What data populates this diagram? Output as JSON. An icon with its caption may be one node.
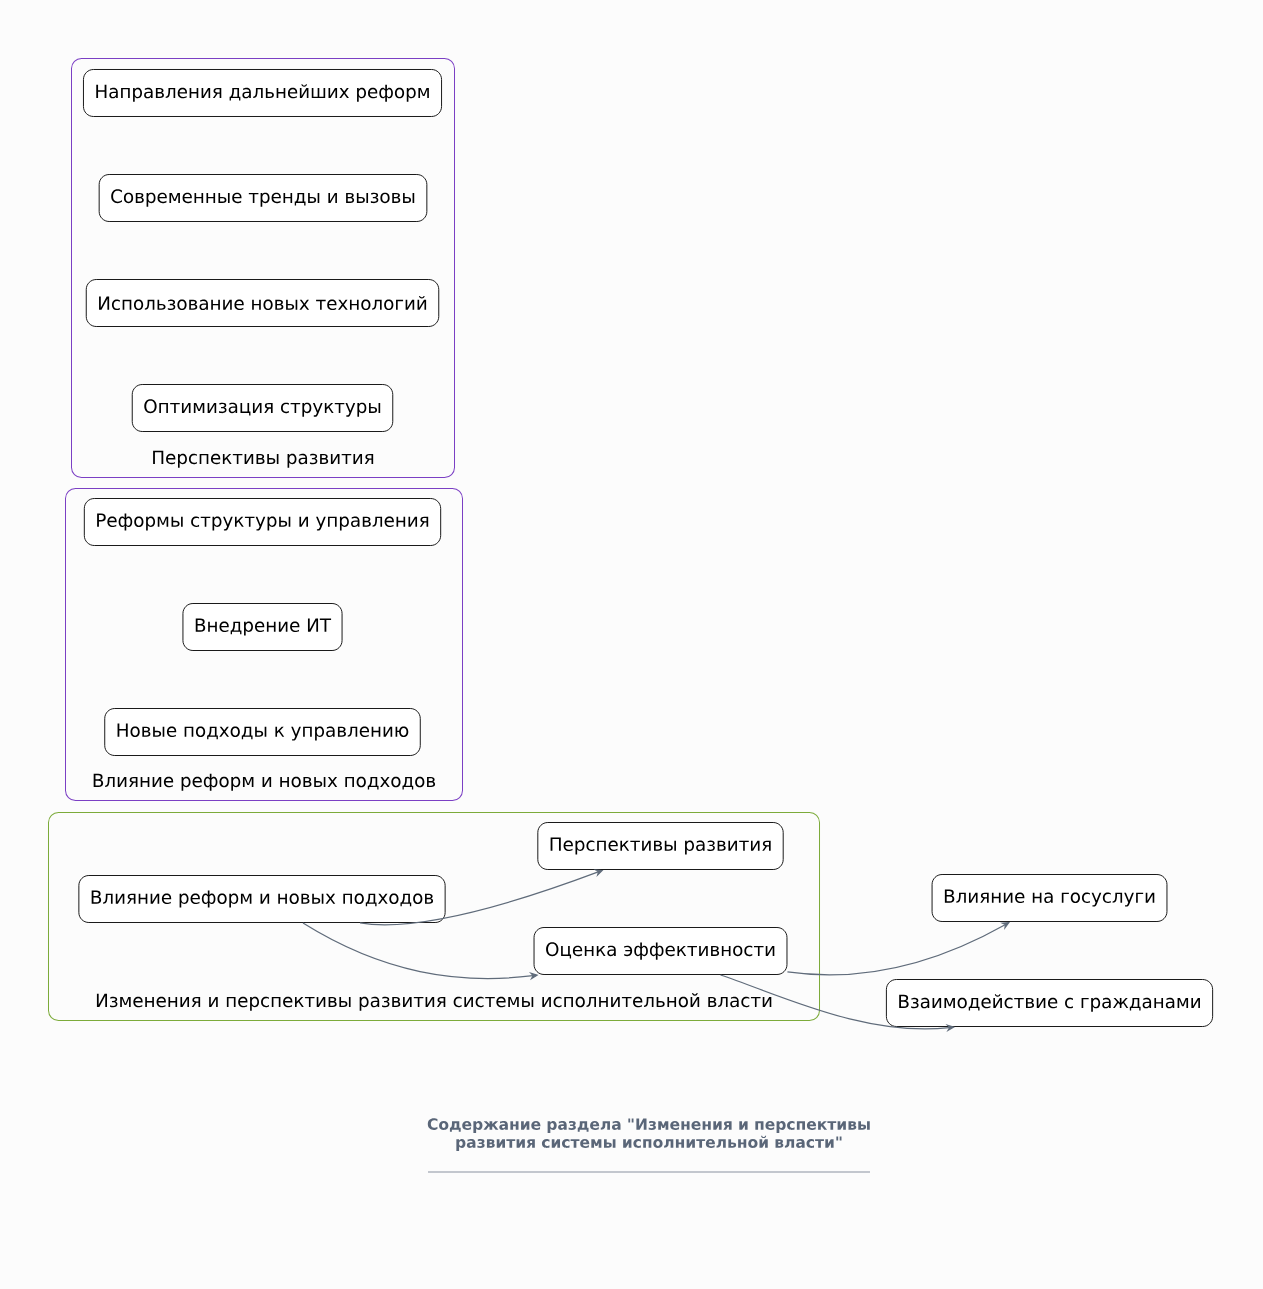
{
  "diagram": {
    "caption": "Содержание раздела \"Изменения и перспективы развития системы исполнительной власти\"",
    "nodes": [
      {
        "text": [
          "Перспективы развития"
        ]
      },
      {
        "text": [
          "Направления дальнейших реформ"
        ],
        "in": 0
      },
      {
        "text": [
          "Современные тренды и вызовы"
        ],
        "in": 0
      },
      {
        "text": [
          "Использование новых технологий"
        ],
        "in": 0
      },
      {
        "text": [
          "Оптимизация структуры"
        ],
        "in": 0
      },
      {
        "text": [
          "Влияние реформ и новых подходов"
        ]
      },
      {
        "text": [
          "Реформы структуры и управления"
        ],
        "in": 5
      },
      {
        "text": [
          "Внедрение ИТ"
        ],
        "in": 5
      },
      {
        "text": [
          "Новые подходы к управлению"
        ],
        "in": 5
      },
      {
        "text": [
          "Изменения и перспективы развития системы исполнительной власти"
        ]
      },
      {
        "text": [
          "Влияние реформ и новых подходов"
        ],
        "in": 9
      },
      {
        "text": [
          "Перспективы развития"
        ],
        "in": 9
      },
      {
        "text": [
          "Оценка эффективности"
        ],
        "in": 9
      },
      {
        "text": [
          "Влияние на госуслуги"
        ]
      },
      {
        "text": [
          "Взаимодействие с гражданами"
        ]
      }
    ],
    "edges": [
      {
        "from": 10,
        "to": 11,
        "arrow": "to"
      },
      {
        "from": 10,
        "to": 12,
        "arrow": "to"
      },
      {
        "from": 12,
        "to": 13,
        "arrow": "to"
      },
      {
        "from": 12,
        "to": 14,
        "arrow": "to"
      }
    ]
  }
}
